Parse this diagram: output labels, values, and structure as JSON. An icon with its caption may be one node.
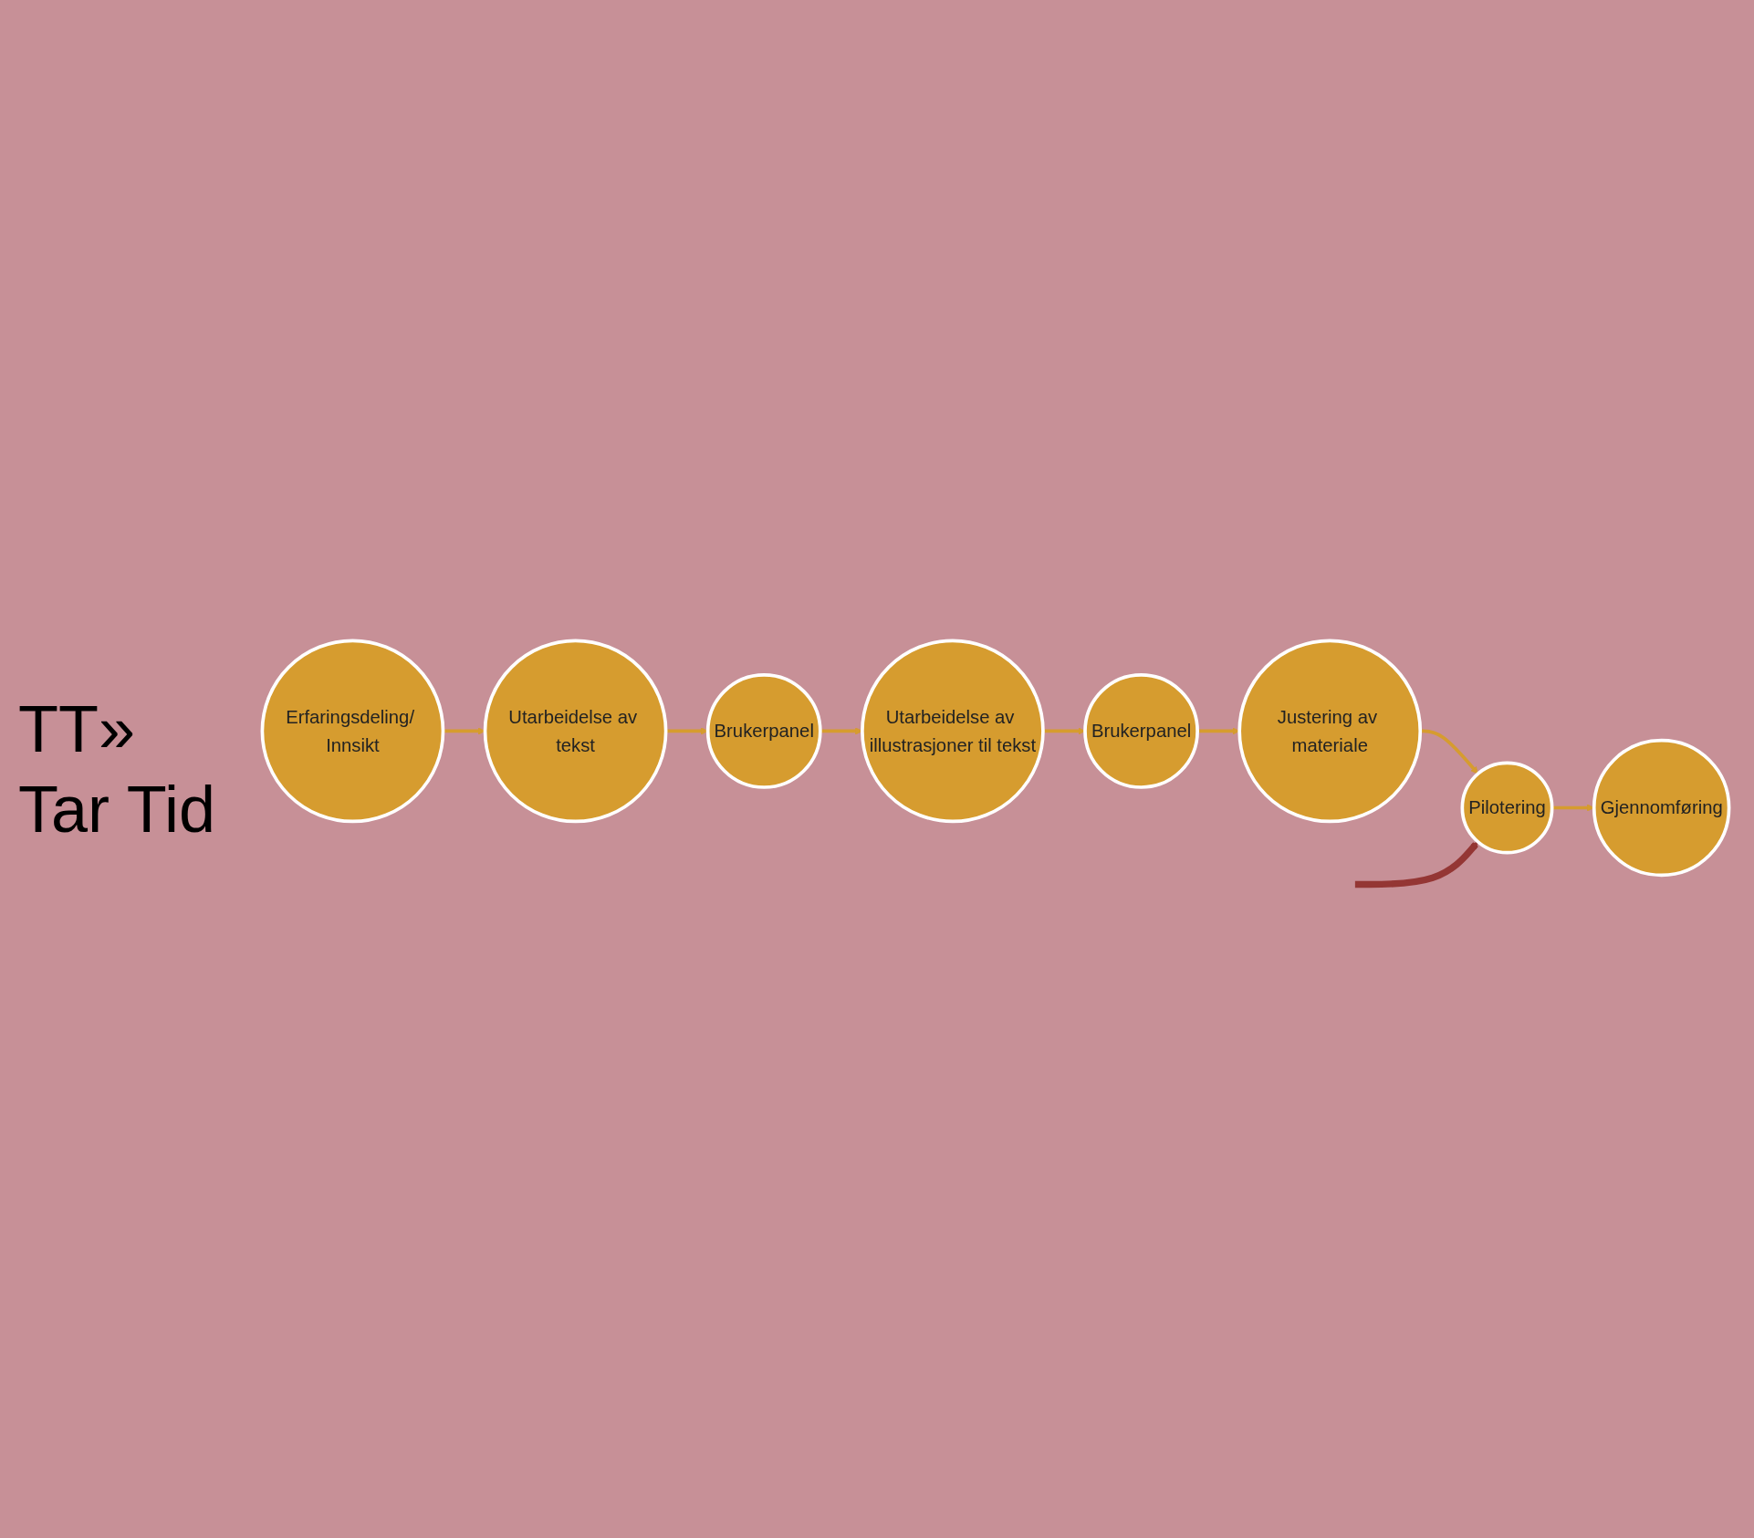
{
  "diagram": {
    "nodes": [
      {
        "text": [
          "Erfaringsdeling/ Innsikt"
        ]
      },
      {
        "text": [
          "Utarbeidelse av tekst"
        ]
      },
      {
        "text": [
          "Brukerpanel"
        ]
      },
      {
        "text": [
          "Utarbeidelse av illustrasjoner til tekst"
        ]
      },
      {
        "text": [
          "Brukerpanel"
        ]
      },
      {
        "text": [
          "Justering av materiale"
        ]
      },
      {
        "text": [
          "Pilotering"
        ]
      },
      {
        "text": [
          "Gjennomføring"
        ]
      }
    ],
    "edges": [
      {
        "from": 0,
        "to": 1,
        "arrow": "to"
      },
      {
        "from": 1,
        "to": 2,
        "arrow": "to"
      },
      {
        "from": 2,
        "to": 3,
        "arrow": "to"
      },
      {
        "from": 3,
        "to": 4,
        "arrow": "to"
      },
      {
        "from": 4,
        "to": 5,
        "arrow": "to"
      },
      {
        "from": 5,
        "to": 6,
        "arrow": "to"
      },
      {
        "from": 6,
        "to": 7,
        "arrow": "to"
      },
      {
        "from": null,
        "to": 6,
        "arrow": "to",
        "style": "thick",
        "color": "#943634"
      }
    ],
    "labels": [
      "TT»",
      "Tar Tid"
    ]
  }
}
